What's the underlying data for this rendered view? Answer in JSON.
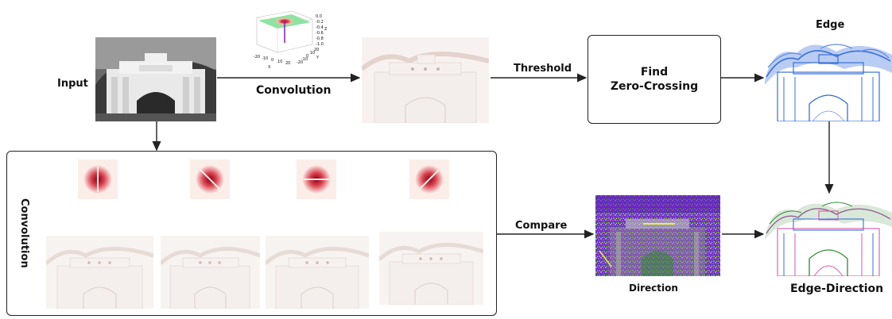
{
  "labels": {
    "input": "Input",
    "convolution_top": "Convolution",
    "threshold": "Threshold",
    "find_line1": "Find",
    "find_line2": "Zero-Crossing",
    "edge": "Edge",
    "convolution_side": "Convolution",
    "compare": "Compare",
    "direction": "Direction",
    "edge_direction": "Edge-Direction"
  },
  "kernel_plot": {
    "z_ticks": [
      "0.0",
      "-0.2",
      "-0.4",
      "-0.6",
      "-0.8",
      "-1.0"
    ],
    "x_ticks": [
      "-20",
      "-10",
      "0",
      "10",
      "20"
    ],
    "y_ticks": [
      "-20",
      "-10",
      "0",
      "10",
      "20"
    ],
    "x_label": "X",
    "y_label": "Y",
    "z_label": "Z"
  },
  "colors": {
    "arrow": "#222222",
    "dashed_arrow": "#e67e22",
    "edge_blue": "#3a6fd8",
    "kernel_red": "#a3001a"
  }
}
